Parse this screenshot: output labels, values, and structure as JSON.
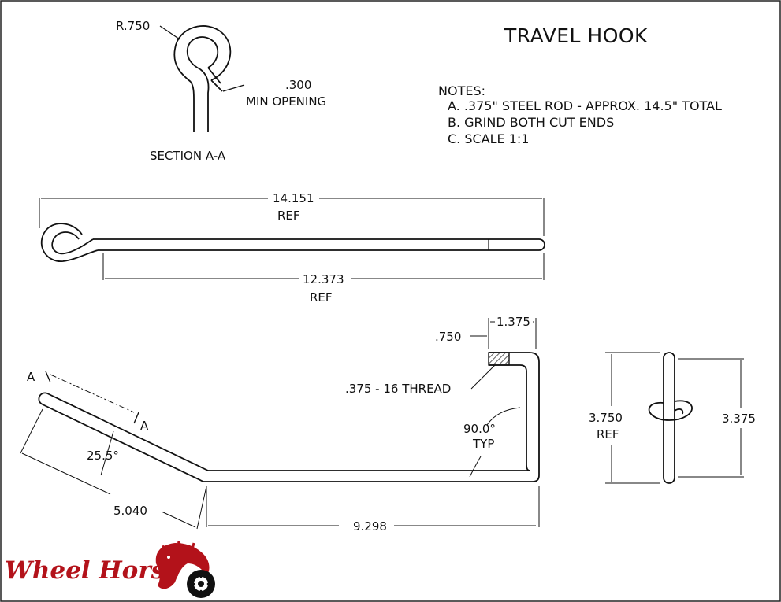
{
  "title": "TRAVEL HOOK",
  "notes": {
    "header": "NOTES:",
    "items": [
      "A. .375\" STEEL ROD - APPROX. 14.5\" TOTAL",
      "B. GRIND BOTH CUT ENDS",
      "C. SCALE 1:1"
    ]
  },
  "section": {
    "label": "SECTION A-A",
    "radius": "R.750",
    "opening_value": ".300",
    "opening_label": "MIN OPENING"
  },
  "top_view": {
    "overall_value": "14.151",
    "overall_ref": "REF",
    "shank_value": "12.373",
    "shank_ref": "REF"
  },
  "side_view": {
    "cut_a_left": "A",
    "cut_a_right": "A",
    "angle": "25.5°",
    "angled_length": "5.040",
    "base_length": "9.298",
    "bend_angle": "90.0°",
    "bend_typ": "TYP",
    "thread_length": "1.375",
    "thread_height": ".750",
    "thread_spec": ".375 - 16 THREAD"
  },
  "end_view": {
    "height_value": "3.750",
    "height_ref": "REF",
    "inner_value": "3.375"
  },
  "logo": {
    "text": "Wheel Horse"
  },
  "colors": {
    "line": "#111111",
    "hatch": "#333333",
    "logo_red": "#b3121a"
  }
}
